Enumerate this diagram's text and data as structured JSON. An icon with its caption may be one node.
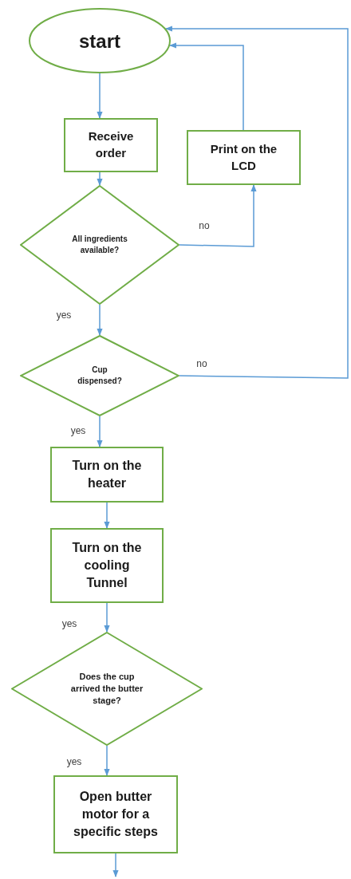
{
  "diagram": {
    "nodes": [
      {
        "text": [
          "start"
        ]
      },
      {
        "text": [
          "Receive order"
        ]
      },
      {
        "text": [
          "Print on the LCD"
        ]
      },
      {
        "text": [
          "All ingredients available?"
        ]
      },
      {
        "text": [
          "Cup dispensed?"
        ]
      },
      {
        "text": [
          "Turn on the heater"
        ]
      },
      {
        "text": [
          "Turn on the cooling Tunnel"
        ]
      },
      {
        "text": [
          "Does the cup arrived the butter stage?"
        ]
      },
      {
        "text": [
          "Open butter motor for a specific steps"
        ]
      }
    ],
    "edges": [
      {
        "from": 0,
        "to": 1,
        "arrow": "to"
      },
      {
        "from": 1,
        "to": 3,
        "arrow": "to"
      },
      {
        "from": 3,
        "to": 2,
        "arrow": "to",
        "label": "no"
      },
      {
        "from": 2,
        "to": 0,
        "arrow": "to"
      },
      {
        "from": 3,
        "to": 4,
        "arrow": "to",
        "label": "yes"
      },
      {
        "from": 4,
        "to": 0,
        "arrow": "to",
        "label": "no"
      },
      {
        "from": 4,
        "to": 5,
        "arrow": "to",
        "label": "yes"
      },
      {
        "from": 5,
        "to": 6,
        "arrow": "to"
      },
      {
        "from": 6,
        "to": 7,
        "arrow": "to",
        "label": "yes"
      },
      {
        "from": 7,
        "to": 8,
        "arrow": "to",
        "label": "yes"
      },
      {
        "from": 8,
        "to": null,
        "arrow": "to"
      }
    ]
  }
}
